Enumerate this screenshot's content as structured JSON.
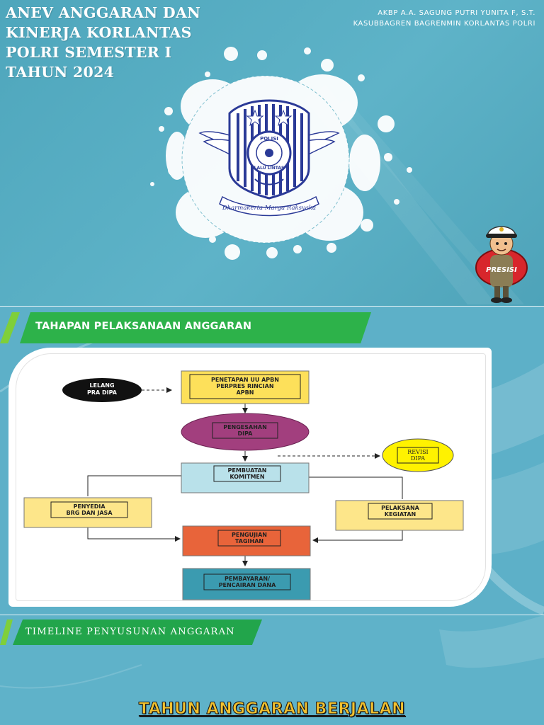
{
  "slide1": {
    "title_lines": [
      "ANEV ANGGARAN DAN",
      "KINERJA KORLANTAS",
      "POLRI SEMESTER I",
      "TAHUN 2024"
    ],
    "presenter_name": "AKBP A.A. SAGUNG PUTRI YUNITA F, S.T.",
    "presenter_position": "KASUBBAGREN BAGRENMIN KORLANTAS POLRI",
    "emblem": {
      "top_text": "POLISI",
      "middle_text": "LALU LINTAS",
      "motto": "Dharmakerta Marga Raksyaka"
    },
    "mascot_label": "PRESISI"
  },
  "slide2": {
    "section_title": "TAHAPAN PELAKSANAAN ANGGARAN",
    "flowchart": {
      "lelang_lines": [
        "LELANG",
        "PRA DIPA"
      ],
      "penetapan_lines": [
        "PENETAPAN UU APBN",
        "PERPRES RINCIAN",
        "APBN"
      ],
      "pengesahan_lines": [
        "PENGESAHAN",
        "DIPA"
      ],
      "revisi_lines": [
        "REVISI",
        "DIPA"
      ],
      "komitmen_lines": [
        "PEMBUATAN",
        "KOMITMEN"
      ],
      "penyedia_lines": [
        "PENYEDIA",
        "BRG DAN JASA"
      ],
      "pelaksana_lines": [
        "PELAKSANA",
        "KEGIATAN"
      ],
      "tagihan_lines": [
        "PENGUJIAN",
        "TAGIHAN"
      ],
      "pembayaran_lines": [
        "PEMBAYARAN/",
        "PENCAIRAN DANA"
      ]
    }
  },
  "slide3": {
    "section_title": "TIMELINE  PENYUSUNAN  ANGGARAN",
    "highlight_text": "TAHUN ANGGARAN BERJALAN"
  },
  "colors": {
    "background": "#5aa9bf",
    "banner_green": "#2db24a",
    "box_yellow": "#fde68a",
    "box_orange": "#e8643a",
    "box_teal": "#3b9bb0",
    "oval_magenta": "#a23f7e",
    "highlight_gold": "#f2c12e"
  }
}
